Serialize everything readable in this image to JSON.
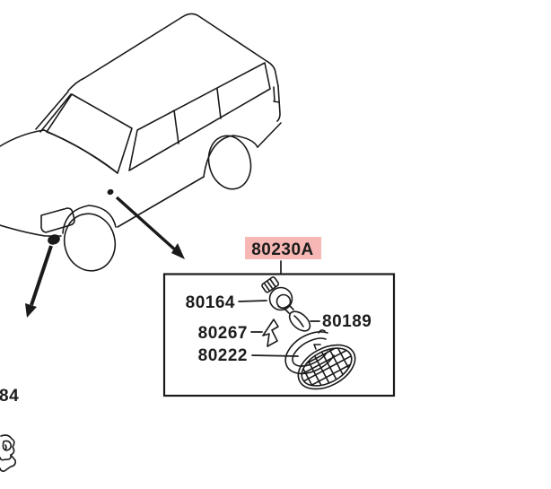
{
  "diagram": {
    "background_color": "#ffffff",
    "line_color": "#1a1a1a",
    "callout": {
      "label": "80230A",
      "highlight_color": "#f7b8b5"
    },
    "detail_parts": [
      {
        "number": "80164",
        "drawing": "bulb-socket-drawing"
      },
      {
        "number": "80189",
        "drawing": "bulb-drawing"
      },
      {
        "number": "80267",
        "drawing": "clip-drawing"
      },
      {
        "number": "80222",
        "drawing": "lens-and-gasket-drawing"
      }
    ],
    "partial_part_number": "84",
    "illustration": "suv-front-three-quarter-line-drawing"
  }
}
